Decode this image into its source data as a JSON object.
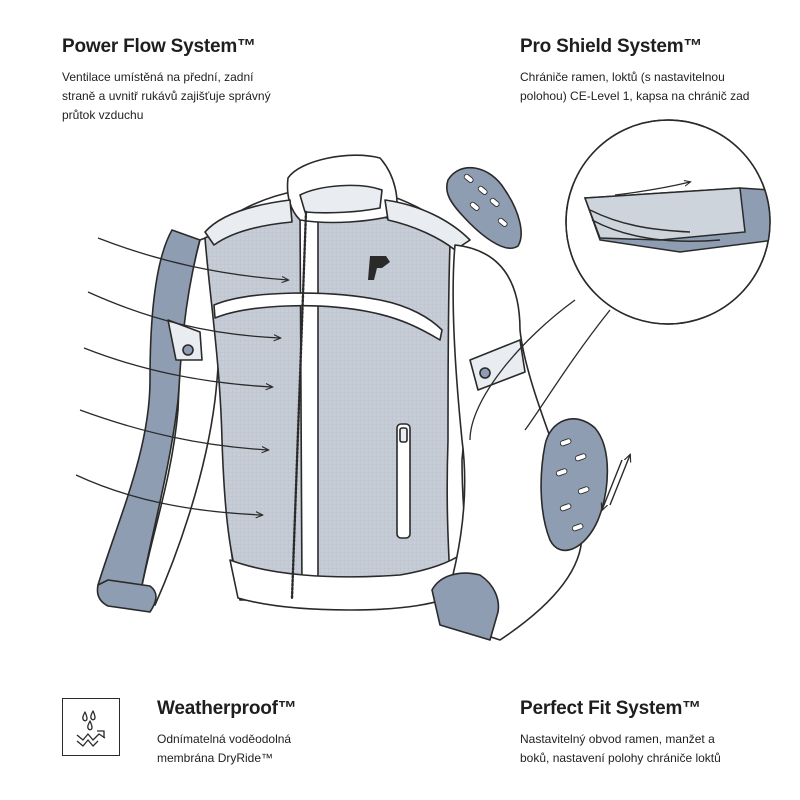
{
  "features": {
    "power_flow": {
      "title": "Power Flow System™",
      "line1": "Ventilace umístěná na přední, zadní",
      "line2": "straně a uvnitř rukávů zajišťuje správný",
      "line3": "průtok vzduchu"
    },
    "pro_shield": {
      "title": "Pro Shield System™",
      "line1": "Chrániče ramen, loktů (s nastavitelnou",
      "line2": "polohou) CE-Level 1, kapsa na chránič zad"
    },
    "weatherproof": {
      "title": "Weatherproof™",
      "line1": "Odnímatelná voděodolná",
      "line2": "membrána DryRide™",
      "icon": "water-drops-icon"
    },
    "perfect_fit": {
      "title": "Perfect Fit System™",
      "line1": "Nastavitelný obvod ramen, manžet a",
      "line2": "boků, nastavení polohy chrániče loktů"
    }
  },
  "colors": {
    "outline": "#2a2a2a",
    "mesh": "#c3cad3",
    "accent_blue": "#8e9db1",
    "white_panel": "#ffffff",
    "light_panel": "#e9ecf0"
  }
}
